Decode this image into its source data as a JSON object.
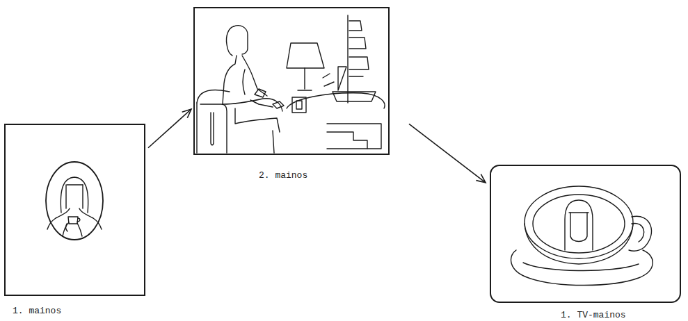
{
  "diagram": {
    "nodes": [
      {
        "text": [
          "1. mainos"
        ]
      },
      {
        "text": [
          "2. mainos"
        ]
      },
      {
        "text": [
          "1. TV-mainos"
        ]
      }
    ],
    "edges": [
      {
        "from": 0,
        "to": 1,
        "arrow": "to"
      },
      {
        "from": 1,
        "to": 2,
        "arrow": "to"
      }
    ]
  }
}
